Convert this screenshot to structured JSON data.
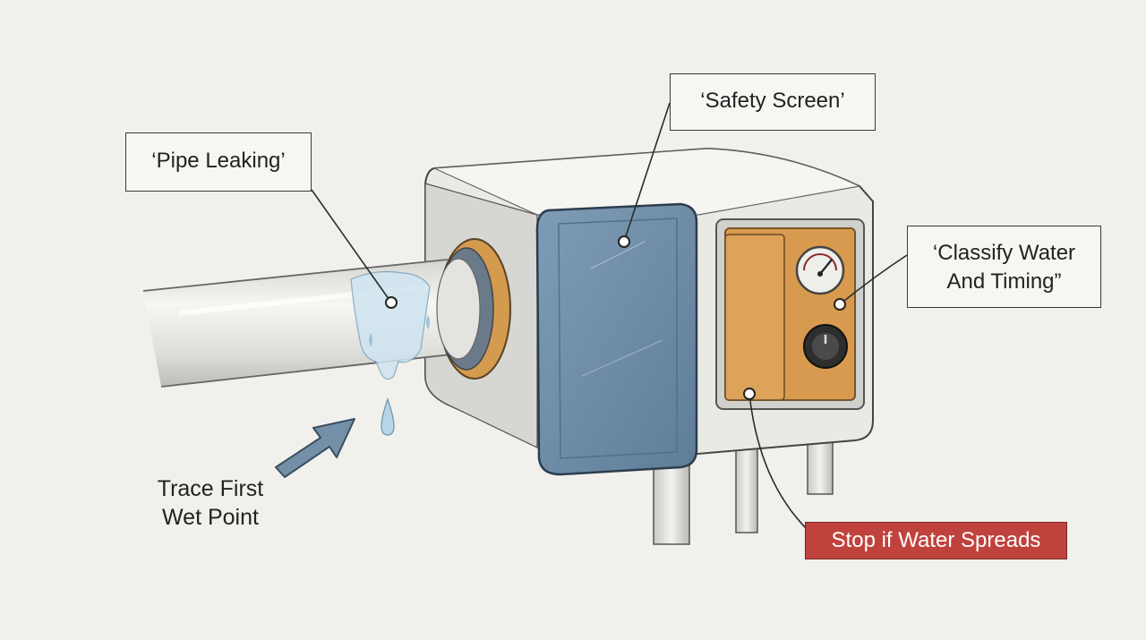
{
  "labels": {
    "pipe_leaking": "‘Pipe Leaking’",
    "safety_screen": "‘Safety Screen’",
    "classify_line1": "‘Classify Water",
    "classify_line2": "And Timing”",
    "trace_line1": "Trace First",
    "trace_line2": "Wet Point",
    "stop_spread": "Stop if Water Spreads"
  },
  "colors": {
    "background": "#f1f0ec",
    "cover_blue": "#6f8fab",
    "panel_orange": "#d89a4e",
    "alert_red": "#c0423c",
    "arrow_blue": "#7490a8"
  }
}
